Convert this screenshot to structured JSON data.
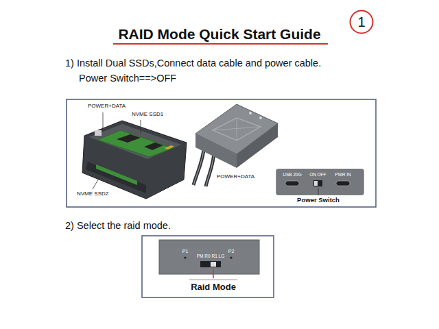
{
  "diagram": {
    "title": "RAID Mode Quick Start Guide",
    "nodes": [
      {
        "text": [
          "1"
        ]
      }
    ],
    "labels": [
      "1) Install Dual SSDs,Connect data cable and power cable.",
      "Power Switch==>OFF",
      "POWER+DATA",
      "NVME SSD1",
      "NVME SSD2",
      "POWER+DATA",
      "USB 20G",
      "ON",
      "OFF",
      "PWR IN",
      "Power Switch",
      "2) Select the raid mode.",
      "P1",
      "PM R0 R1 LG",
      "P2",
      "Raid Mode"
    ]
  }
}
